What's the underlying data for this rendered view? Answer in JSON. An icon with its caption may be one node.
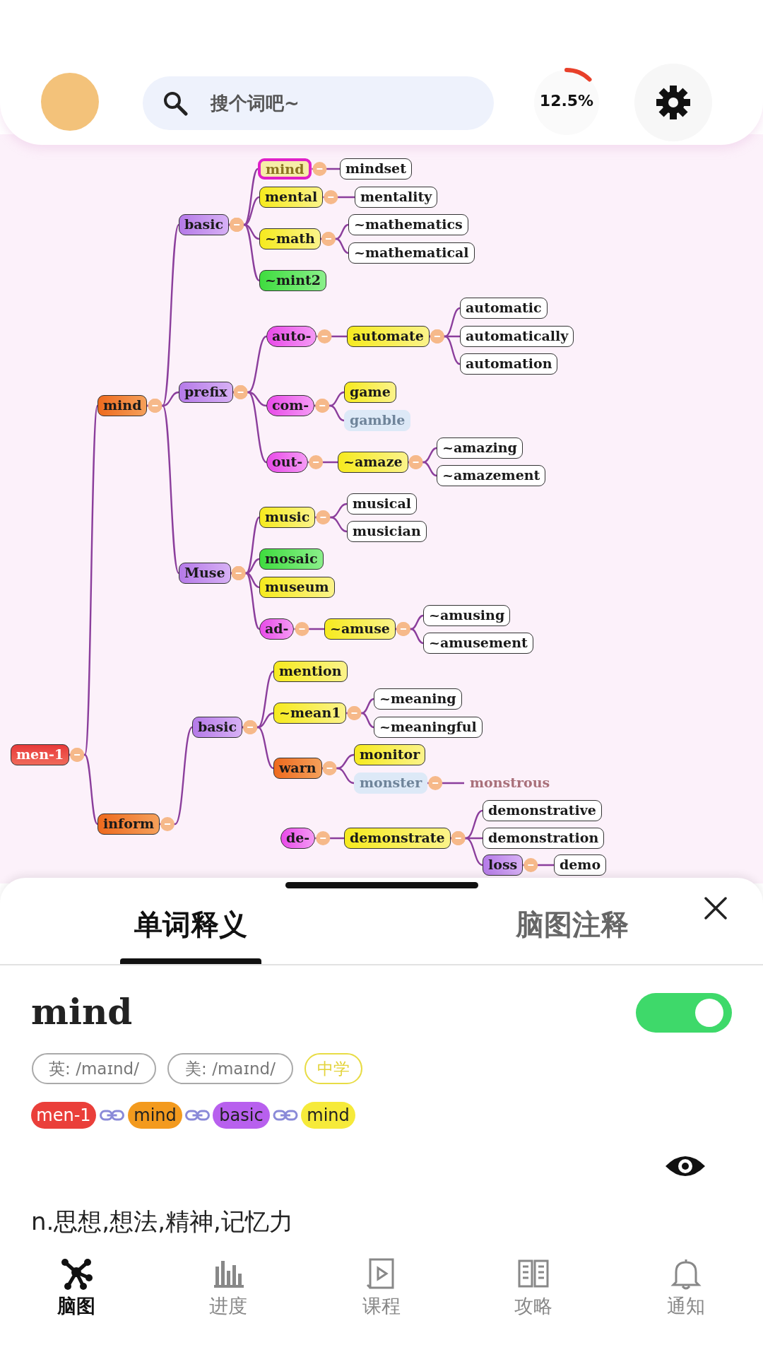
{
  "diagram": {
    "nodes": [
      {
        "text": [
          "men-1"
        ]
      },
      {
        "text": [
          "mind"
        ]
      },
      {
        "text": [
          "basic"
        ]
      },
      {
        "text": [
          "mind"
        ]
      },
      {
        "text": [
          "mindset"
        ]
      },
      {
        "text": [
          "mental"
        ]
      },
      {
        "text": [
          "mentality"
        ]
      },
      {
        "text": [
          "~math"
        ]
      },
      {
        "text": [
          "~mathematics"
        ]
      },
      {
        "text": [
          "~mathematical"
        ]
      },
      {
        "text": [
          "~mint2"
        ]
      },
      {
        "text": [
          "prefix"
        ]
      },
      {
        "text": [
          "auto-"
        ]
      },
      {
        "text": [
          "automate"
        ]
      },
      {
        "text": [
          "automatic"
        ]
      },
      {
        "text": [
          "automatically"
        ]
      },
      {
        "text": [
          "automation"
        ]
      },
      {
        "text": [
          "com-"
        ]
      },
      {
        "text": [
          "game"
        ]
      },
      {
        "text": [
          "gamble"
        ]
      },
      {
        "text": [
          "out-"
        ]
      },
      {
        "text": [
          "~amaze"
        ]
      },
      {
        "text": [
          "~amazing"
        ]
      },
      {
        "text": [
          "~amazement"
        ]
      },
      {
        "text": [
          "Muse"
        ]
      },
      {
        "text": [
          "music"
        ]
      },
      {
        "text": [
          "musical"
        ]
      },
      {
        "text": [
          "musician"
        ]
      },
      {
        "text": [
          "mosaic"
        ]
      },
      {
        "text": [
          "museum"
        ]
      },
      {
        "text": [
          "ad-"
        ]
      },
      {
        "text": [
          "~amuse"
        ]
      },
      {
        "text": [
          "~amusing"
        ]
      },
      {
        "text": [
          "~amusement"
        ]
      },
      {
        "text": [
          "inform"
        ]
      },
      {
        "text": [
          "basic"
        ]
      },
      {
        "text": [
          "mention"
        ]
      },
      {
        "text": [
          "~mean1"
        ]
      },
      {
        "text": [
          "~meaning"
        ]
      },
      {
        "text": [
          "~meaningful"
        ]
      },
      {
        "text": [
          "warn"
        ]
      },
      {
        "text": [
          "monitor"
        ]
      },
      {
        "text": [
          "monster"
        ]
      },
      {
        "text": [
          "monstrous"
        ]
      },
      {
        "text": [
          "de-"
        ]
      },
      {
        "text": [
          "demonstrate"
        ]
      },
      {
        "text": [
          "demonstrative"
        ]
      },
      {
        "text": [
          "demonstration"
        ]
      },
      {
        "text": [
          "loss"
        ]
      },
      {
        "text": [
          "demo"
        ]
      }
    ],
    "edges": [
      {
        "from": 0,
        "to": 1,
        "arrow": "other"
      },
      {
        "from": 1,
        "to": 2,
        "arrow": "other"
      },
      {
        "from": 2,
        "to": 3,
        "arrow": "other"
      },
      {
        "from": 3,
        "to": 4,
        "arrow": "other"
      },
      {
        "from": 2,
        "to": 5,
        "arrow": "other"
      },
      {
        "from": 5,
        "to": 6,
        "arrow": "other"
      },
      {
        "from": 2,
        "to": 7,
        "arrow": "other"
      },
      {
        "from": 7,
        "to": 8,
        "arrow": "other"
      },
      {
        "from": 7,
        "to": 9,
        "arrow": "other"
      },
      {
        "from": 2,
        "to": 10,
        "arrow": "other"
      },
      {
        "from": 1,
        "to": 11,
        "arrow": "other"
      },
      {
        "from": 11,
        "to": 12,
        "arrow": "other"
      },
      {
        "from": 12,
        "to": 13,
        "arrow": "other"
      },
      {
        "from": 13,
        "to": 14,
        "arrow": "other"
      },
      {
        "from": 13,
        "to": 15,
        "arrow": "other"
      },
      {
        "from": 13,
        "to": 16,
        "arrow": "other"
      },
      {
        "from": 11,
        "to": 17,
        "arrow": "other"
      },
      {
        "from": 17,
        "to": 18,
        "arrow": "other"
      },
      {
        "from": 17,
        "to": 19,
        "arrow": "other"
      },
      {
        "from": 11,
        "to": 20,
        "arrow": "other"
      },
      {
        "from": 20,
        "to": 21,
        "arrow": "other"
      },
      {
        "from": 21,
        "to": 22,
        "arrow": "other"
      },
      {
        "from": 21,
        "to": 23,
        "arrow": "other"
      },
      {
        "from": 1,
        "to": 24,
        "arrow": "other"
      },
      {
        "from": 24,
        "to": 25,
        "arrow": "other"
      },
      {
        "from": 25,
        "to": 26,
        "arrow": "other"
      },
      {
        "from": 25,
        "to": 27,
        "arrow": "other"
      },
      {
        "from": 24,
        "to": 28,
        "arrow": "other"
      },
      {
        "from": 24,
        "to": 29,
        "arrow": "other"
      },
      {
        "from": 24,
        "to": 30,
        "arrow": "other"
      },
      {
        "from": 30,
        "to": 31,
        "arrow": "other"
      },
      {
        "from": 31,
        "to": 32,
        "arrow": "other"
      },
      {
        "from": 31,
        "to": 33,
        "arrow": "other"
      },
      {
        "from": 0,
        "to": 34,
        "arrow": "other"
      },
      {
        "from": 34,
        "to": 35,
        "arrow": "other"
      },
      {
        "from": 35,
        "to": 36,
        "arrow": "other"
      },
      {
        "from": 35,
        "to": 37,
        "arrow": "other"
      },
      {
        "from": 37,
        "to": 38,
        "arrow": "other"
      },
      {
        "from": 37,
        "to": 39,
        "arrow": "other"
      },
      {
        "from": 35,
        "to": 40,
        "arrow": "other"
      },
      {
        "from": 40,
        "to": 41,
        "arrow": "other"
      },
      {
        "from": 40,
        "to": 42,
        "arrow": "other"
      },
      {
        "from": 42,
        "to": 43,
        "arrow": "other"
      },
      {
        "from": 44,
        "to": 45,
        "arrow": "other"
      },
      {
        "from": 45,
        "to": 46,
        "arrow": "other"
      },
      {
        "from": 45,
        "to": 47,
        "arrow": "other"
      },
      {
        "from": 45,
        "to": 48,
        "arrow": "other"
      },
      {
        "from": 48,
        "to": 49,
        "arrow": "other"
      }
    ],
    "labels": [
      "搜个词吧~",
      "12.5%",
      "单词释义",
      "脑图注释",
      "mind",
      "英: /maɪnd/",
      "美: /maɪnd/",
      "中学",
      "men-1",
      "mind",
      "basic",
      "mind",
      "n.思想,想法,精神,记忆力",
      "脑图",
      "进度",
      "课程",
      "攻略",
      "通知"
    ]
  }
}
